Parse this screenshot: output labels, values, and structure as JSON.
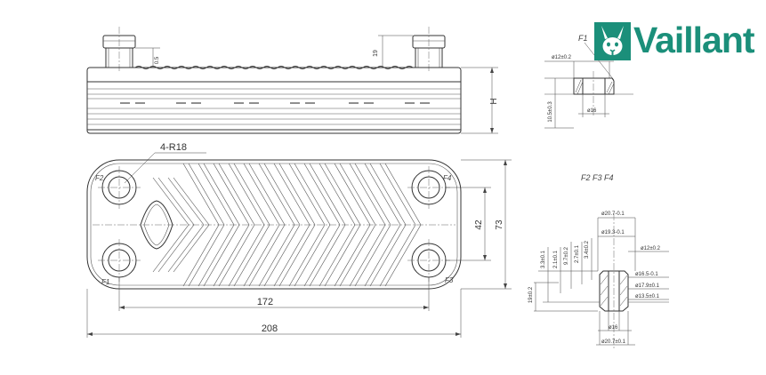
{
  "brand": {
    "name": "Vaillant",
    "color": "#1b8f7a",
    "icon": "hare-icon"
  },
  "side_view": {
    "dim_h": "H",
    "dim_left": "0.5",
    "dim_right": "19"
  },
  "front_view": {
    "radius_label": "4-R18",
    "width_total": "208",
    "width_ports": "172",
    "height_total": "73",
    "height_ports": "42",
    "port_labels": [
      "F2",
      "F4",
      "F1",
      "F3"
    ]
  },
  "detail_f1": {
    "title": "F1",
    "outer_dia": "ø12±0.2",
    "inner_dia": "ø16",
    "height": "10.5±0.3"
  },
  "detail_f234": {
    "title": "F2  F3  F4",
    "top_dims": [
      "ø20.7-0.1",
      "ø19.3-0.1"
    ],
    "right_dims": [
      "ø12±0.2",
      "ø16.5-0.1",
      "ø17.9±0.1",
      "ø13.5±0.1"
    ],
    "bottom_dims": [
      "ø16",
      "ø20.7±0.1"
    ],
    "vertical_dims": [
      "3.3±0.1",
      "2.1±0.1",
      "9.7±0.2",
      "2.7±0.1",
      "3.4±0.2",
      "19±0.2"
    ]
  }
}
